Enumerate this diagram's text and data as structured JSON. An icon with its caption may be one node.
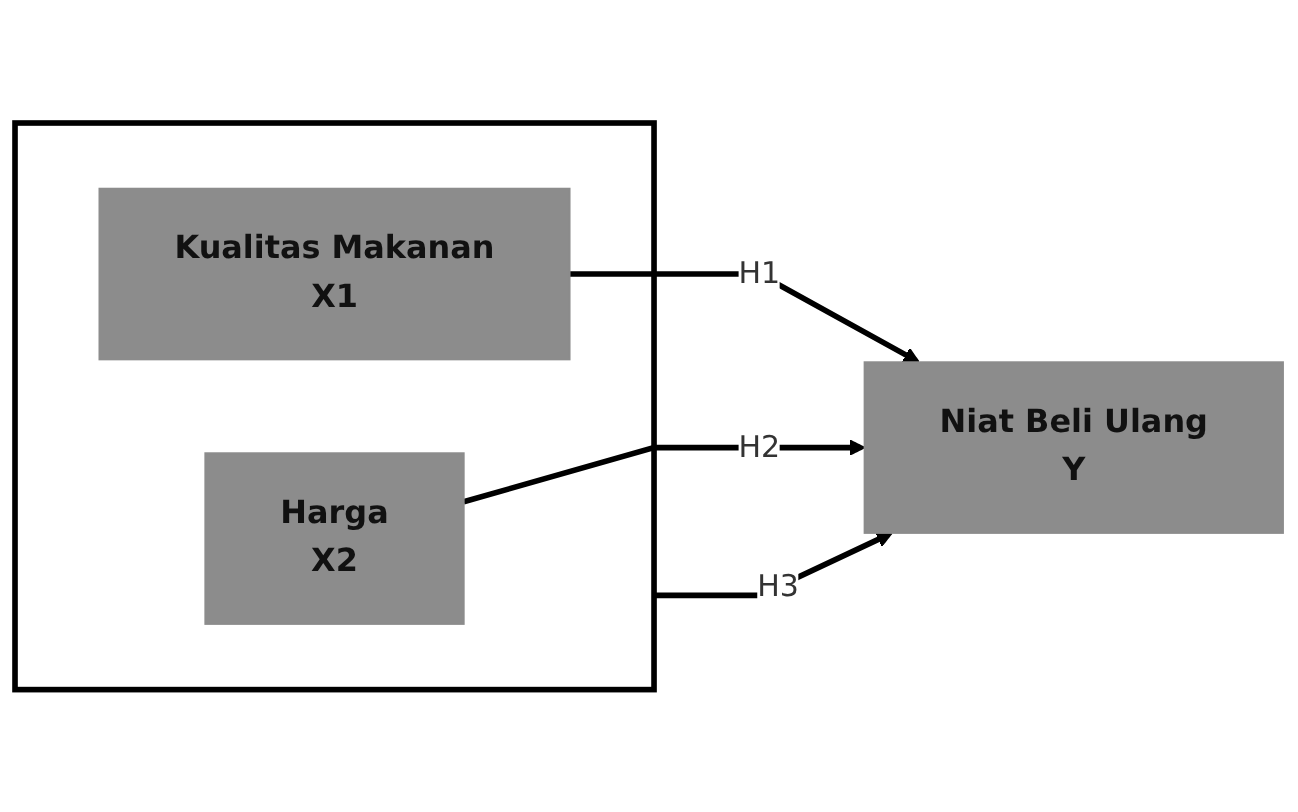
{
  "diagram": {
    "nodes": [
      {
        "text": [],
        "shape": "box"
      },
      {
        "text": [
          "Kualitas Makanan",
          "X1"
        ],
        "in": 0
      },
      {
        "text": [
          "Harga",
          "X2"
        ],
        "in": 0
      },
      {
        "text": [
          "Niat Beli Ulang",
          "Y"
        ]
      }
    ],
    "edges": [
      {
        "from": 0,
        "to": 3,
        "arrow": "to",
        "label": "H3"
      },
      {
        "from": 1,
        "to": 3,
        "arrow": "to",
        "label": "H1"
      },
      {
        "from": 2,
        "to": 3,
        "arrow": "to",
        "label": "H2"
      }
    ]
  }
}
